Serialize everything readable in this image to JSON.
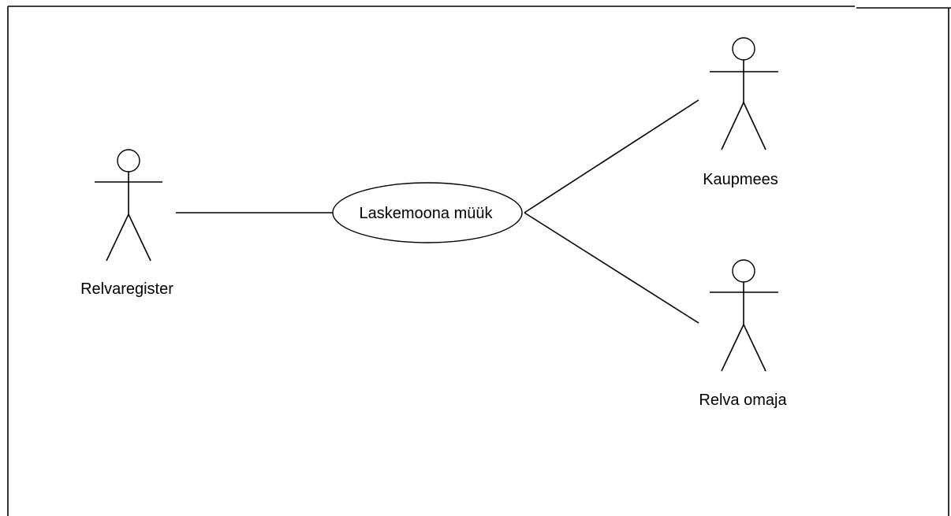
{
  "diagram": {
    "actors": [
      {
        "id": "relvaregister",
        "label": "Relvaregister"
      },
      {
        "id": "kaupmees",
        "label": "Kaupmees"
      },
      {
        "id": "relva-omaja",
        "label": "Relva omaja"
      }
    ],
    "use_case": {
      "label": "Laskemoona müük"
    },
    "associations": [
      {
        "from": "relvaregister",
        "to": "use_case"
      },
      {
        "from": "use_case",
        "to": "kaupmees"
      },
      {
        "from": "use_case",
        "to": "relva-omaja"
      }
    ]
  }
}
